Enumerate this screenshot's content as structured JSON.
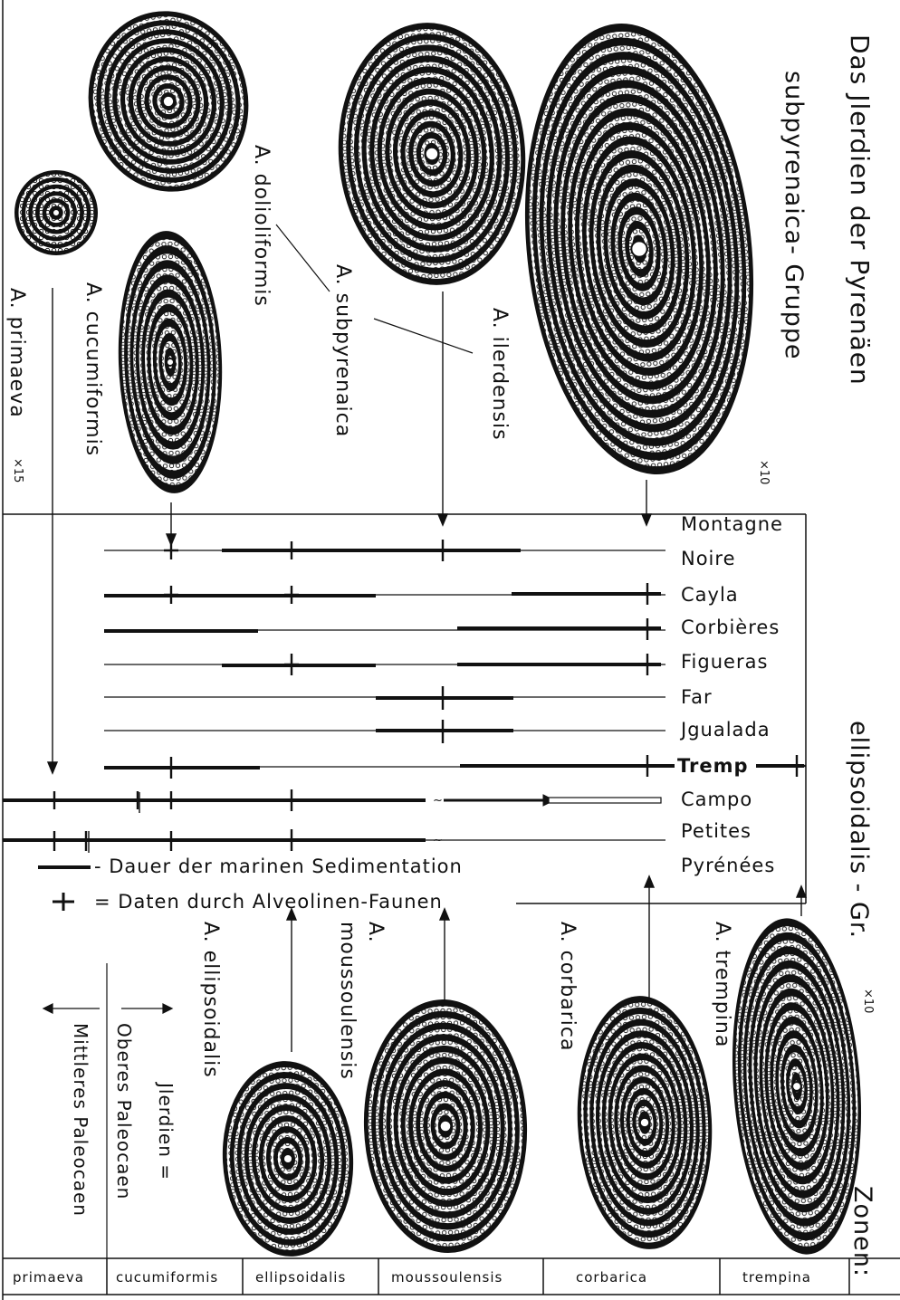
{
  "title": "Das Jlerdien der Pyrenäen",
  "group_top": "subpyrenaica- Gruppe",
  "group_top_scale": "×10",
  "group_bottom": "ellipsoidalis - Gr.",
  "group_bottom_scale": "×10",
  "zonen_label": "Zonen:",
  "localities": [
    "Montagne",
    "Noire",
    "Cayla",
    "Corbières",
    "Figueras",
    "Far",
    "Jgualada",
    "Tremp",
    "Campo",
    "Petites",
    "Pyrénées"
  ],
  "legend": {
    "line": "- Dauer der marinen Sedimentation",
    "cross": "= Daten durch Alveolinen-Faunen"
  },
  "species_top": {
    "primaeva": "A. primaeva",
    "primaeva_scale": "×15",
    "cucumiformis": "A. cucumiformis",
    "dolioliformis": "A. dolioliformis",
    "subpyrenaica": "A. subpyrenaica",
    "ilerdensis": "A. ilerdensis"
  },
  "species_bottom": {
    "ellipsoidalis": "A. ellipsoidalis",
    "moussoulensis_a": "A.",
    "moussoulensis_b": "moussoulensis",
    "corbarica": "A. corbarica",
    "trempina": "A. trempina"
  },
  "stratigraphy": {
    "mittleres": "Mittleres Paleocaen",
    "jlerdien": "Jlerdien =",
    "oberes": "Oberes Paleocaen"
  },
  "zones": [
    "primaeva",
    "cucumiformis",
    "ellipsoidalis",
    "moussoulensis",
    "corbarica",
    "trempina"
  ],
  "colors": {
    "ink": "#111111",
    "paper": "#ffffff"
  }
}
